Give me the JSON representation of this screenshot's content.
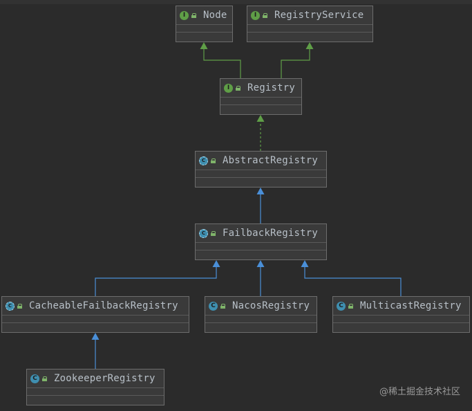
{
  "diagram": {
    "nodes": [
      {
        "id": "node",
        "label": "Node",
        "kind": "interface",
        "icon_letter": "I"
      },
      {
        "id": "registry-service",
        "label": "RegistryService",
        "kind": "interface",
        "icon_letter": "I"
      },
      {
        "id": "registry",
        "label": "Registry",
        "kind": "interface",
        "icon_letter": "I"
      },
      {
        "id": "abstract-registry",
        "label": "AbstractRegistry",
        "kind": "abstract-class",
        "icon_letter": "C"
      },
      {
        "id": "failback-registry",
        "label": "FailbackRegistry",
        "kind": "abstract-class",
        "icon_letter": "C"
      },
      {
        "id": "cacheable-failback-registry",
        "label": "CacheableFailbackRegistry",
        "kind": "abstract-class",
        "icon_letter": "C"
      },
      {
        "id": "nacos-registry",
        "label": "NacosRegistry",
        "kind": "class",
        "icon_letter": "C"
      },
      {
        "id": "multicast-registry",
        "label": "MulticastRegistry",
        "kind": "class",
        "icon_letter": "C"
      },
      {
        "id": "zookeeper-registry",
        "label": "ZookeeperRegistry",
        "kind": "class",
        "icon_letter": "C"
      }
    ],
    "edges": [
      {
        "from": "registry",
        "to": "node",
        "type": "extends"
      },
      {
        "from": "registry",
        "to": "registry-service",
        "type": "extends"
      },
      {
        "from": "abstract-registry",
        "to": "registry",
        "type": "implements"
      },
      {
        "from": "failback-registry",
        "to": "abstract-registry",
        "type": "extends"
      },
      {
        "from": "cacheable-failback-registry",
        "to": "failback-registry",
        "type": "extends"
      },
      {
        "from": "nacos-registry",
        "to": "failback-registry",
        "type": "extends"
      },
      {
        "from": "multicast-registry",
        "to": "failback-registry",
        "type": "extends"
      },
      {
        "from": "zookeeper-registry",
        "to": "cacheable-failback-registry",
        "type": "extends"
      }
    ],
    "colors": {
      "background": "#2b2b2b",
      "interface_edge": "#5f9e47",
      "class_edge": "#4a8fd8",
      "node_border": "#6d6d6d",
      "node_fill": "#3a3a3a",
      "text": "#b8c0c8"
    }
  },
  "watermark": "@稀土掘金技术社区"
}
